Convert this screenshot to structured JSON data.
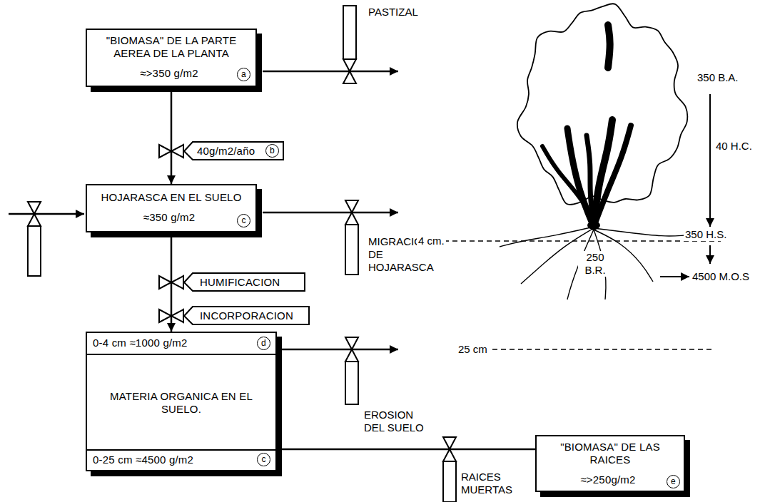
{
  "diagram": {
    "nodes": [
      {
        "text": [
          "\"BIOMASA\" DE LA PARTE AEREA DE LA PLANTA",
          "≈>350 g/m2",
          "a"
        ]
      },
      {
        "text": [
          "40g/m2/año",
          "b"
        ]
      },
      {
        "text": [
          "HOJARASCA EN EL SUELO",
          "≈350 g/m2",
          "c"
        ]
      },
      {
        "text": [
          "HUMIFICACION"
        ]
      },
      {
        "text": [
          "INCORPORACION"
        ]
      },
      {
        "text": [
          "0-4 cm ≈1000 g/m2",
          "d",
          "MATERIA ORGANICA EN EL SUELO.",
          "0-25 cm ≈4500 g/m2",
          "c"
        ]
      },
      {
        "text": [
          "\"BIOMASA\" DE LAS RAICES",
          "≈>250g/m2",
          "e"
        ]
      }
    ],
    "edges": [
      {
        "from": 0,
        "to": 2,
        "arrow": "to"
      },
      {
        "from": 2,
        "to": 5,
        "arrow": "to"
      },
      {
        "from": 6,
        "to": 5,
        "arrow": "none"
      }
    ],
    "labels": [
      "PASTIZAL",
      "MIGRACION DE HOJARASCA",
      "EROSION DEL SUELO",
      "RAICES MUERTAS",
      "350 B.A.",
      "40 H.C.",
      "350 H.S.",
      "4 cm.",
      "250 B.R.",
      "4500 M.O.S",
      "25 cm"
    ]
  }
}
